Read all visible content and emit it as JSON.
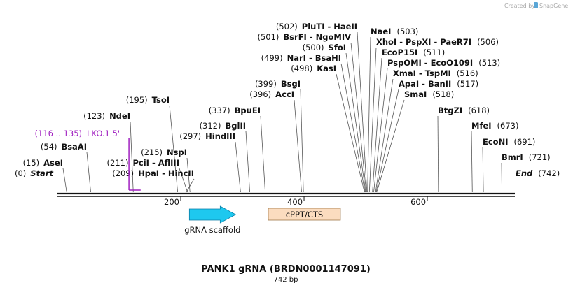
{
  "credit": {
    "prefix": "Created by",
    "brand": "SnapGene"
  },
  "title": "PANK1 gRNA (BRDN0001147091)",
  "subtitle": "742 bp",
  "total_bp": 742,
  "ticks": [
    {
      "pos": 200,
      "label": "200"
    },
    {
      "pos": 400,
      "label": "400"
    },
    {
      "pos": 600,
      "label": "600"
    }
  ],
  "ends": [
    {
      "pos": 0,
      "name": "Start",
      "num_text": "(0)",
      "side": "left"
    },
    {
      "pos": 742,
      "name": "End",
      "num_text": "(742)",
      "side": "right"
    }
  ],
  "sites": [
    {
      "pos": 15,
      "name": "AseI",
      "num_text": "(15)",
      "side": "left"
    },
    {
      "pos": 54,
      "name": "BsaAI",
      "num_text": "(54)",
      "side": "left"
    },
    {
      "pos": 123,
      "name": "NdeI",
      "num_text": "(123)",
      "side": "left"
    },
    {
      "pos": 195,
      "name": "TsoI",
      "num_text": "(195)",
      "side": "left"
    },
    {
      "pos": 209,
      "name": "HpaI  -  HincII",
      "num_text": "(209)",
      "side": "left"
    },
    {
      "pos": 211,
      "name": "PciI  -  AflIII",
      "num_text": "(211)",
      "side": "left"
    },
    {
      "pos": 215,
      "name": "NspI",
      "num_text": "(215)",
      "side": "left"
    },
    {
      "pos": 297,
      "name": "HindIII",
      "num_text": "(297)",
      "side": "left"
    },
    {
      "pos": 312,
      "name": "BglII",
      "num_text": "(312)",
      "side": "left"
    },
    {
      "pos": 337,
      "name": "BpuEI",
      "num_text": "(337)",
      "side": "left"
    },
    {
      "pos": 396,
      "name": "AccI",
      "num_text": "(396)",
      "side": "left"
    },
    {
      "pos": 399,
      "name": "BsgI",
      "num_text": "(399)",
      "side": "left"
    },
    {
      "pos": 498,
      "name": "KasI",
      "num_text": "(498)",
      "side": "left"
    },
    {
      "pos": 499,
      "name": "NarI  -  BsaHI",
      "num_text": "(499)",
      "side": "left"
    },
    {
      "pos": 500,
      "name": "SfoI",
      "num_text": "(500)",
      "side": "left"
    },
    {
      "pos": 501,
      "name": "BsrFI  -  NgoMIV",
      "num_text": "(501)",
      "side": "left"
    },
    {
      "pos": 502,
      "name": "PluTI  -  HaeII",
      "num_text": "(502)",
      "side": "left"
    },
    {
      "pos": 503,
      "name": "NaeI",
      "num_text": "(503)",
      "side": "right"
    },
    {
      "pos": 506,
      "name": "XhoI  -  PspXI  -  PaeR7I",
      "num_text": "(506)",
      "side": "right"
    },
    {
      "pos": 511,
      "name": "EcoP15I",
      "num_text": "(511)",
      "side": "right"
    },
    {
      "pos": 513,
      "name": "PspOMI  -  EcoO109I",
      "num_text": "(513)",
      "side": "right"
    },
    {
      "pos": 516,
      "name": "XmaI  -  TspMI",
      "num_text": "(516)",
      "side": "right"
    },
    {
      "pos": 517,
      "name": "ApaI  -  BanII",
      "num_text": "(517)",
      "side": "right"
    },
    {
      "pos": 518,
      "name": "SmaI",
      "num_text": "(518)",
      "side": "right"
    },
    {
      "pos": 618,
      "name": "BtgZI",
      "num_text": "(618)",
      "side": "right"
    },
    {
      "pos": 673,
      "name": "MfeI",
      "num_text": "(673)",
      "side": "right"
    },
    {
      "pos": 691,
      "name": "EcoNI",
      "num_text": "(691)",
      "side": "right"
    },
    {
      "pos": 721,
      "name": "BmrI",
      "num_text": "(721)",
      "side": "right"
    }
  ],
  "primer": {
    "start": 116,
    "end": 135,
    "range_text": "(116 .. 135)",
    "name": "LKO.1 5'",
    "color": "#a020c0"
  },
  "features": [
    {
      "name": "gRNA scaffold",
      "start": 214,
      "end": 289,
      "type": "arrow",
      "color": "#1ec8ef",
      "label_pos": "below"
    },
    {
      "name": "cPPT/CTS",
      "start": 342,
      "end": 459,
      "type": "box",
      "color": "#fbdcbf",
      "label_pos": "inside"
    }
  ],
  "colors": {
    "backbone": "#111111",
    "site_line": "#555555",
    "brand": "#5aa6d6"
  }
}
